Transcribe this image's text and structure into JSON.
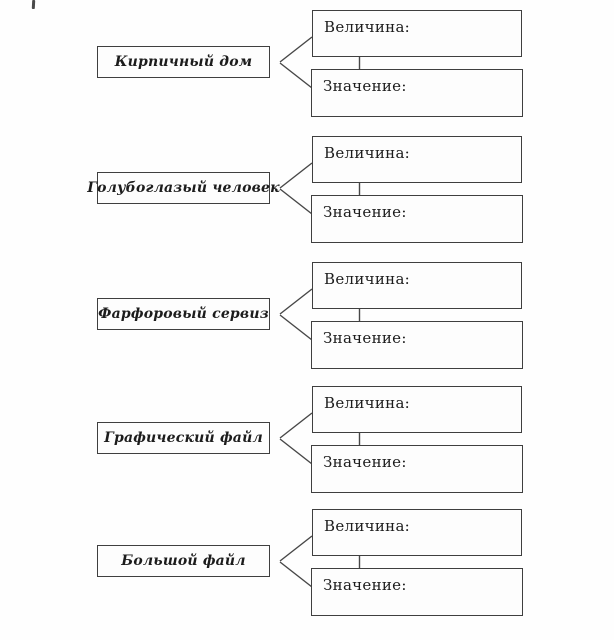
{
  "diagram": {
    "description": "matching worksheet: object to magnitude and value",
    "colors": {
      "line": "#3f3f3f",
      "text": "#1c1c1c",
      "background": "#fefefe"
    }
  },
  "groups": [
    {
      "concept": "Кирпичный дом",
      "magnitude_label": "Величина:",
      "meaning_label": "Значение:"
    },
    {
      "concept": "Голубоглазый человек",
      "magnitude_label": "Величина:",
      "meaning_label": "Значение:"
    },
    {
      "concept": "Фарфоровый сервиз",
      "magnitude_label": "Величина:",
      "meaning_label": "Значение:"
    },
    {
      "concept": "Графический файл",
      "magnitude_label": "Величина:",
      "meaning_label": "Значение:"
    },
    {
      "concept": "Большой файл",
      "magnitude_label": "Величина:",
      "meaning_label": "Значение:"
    }
  ]
}
